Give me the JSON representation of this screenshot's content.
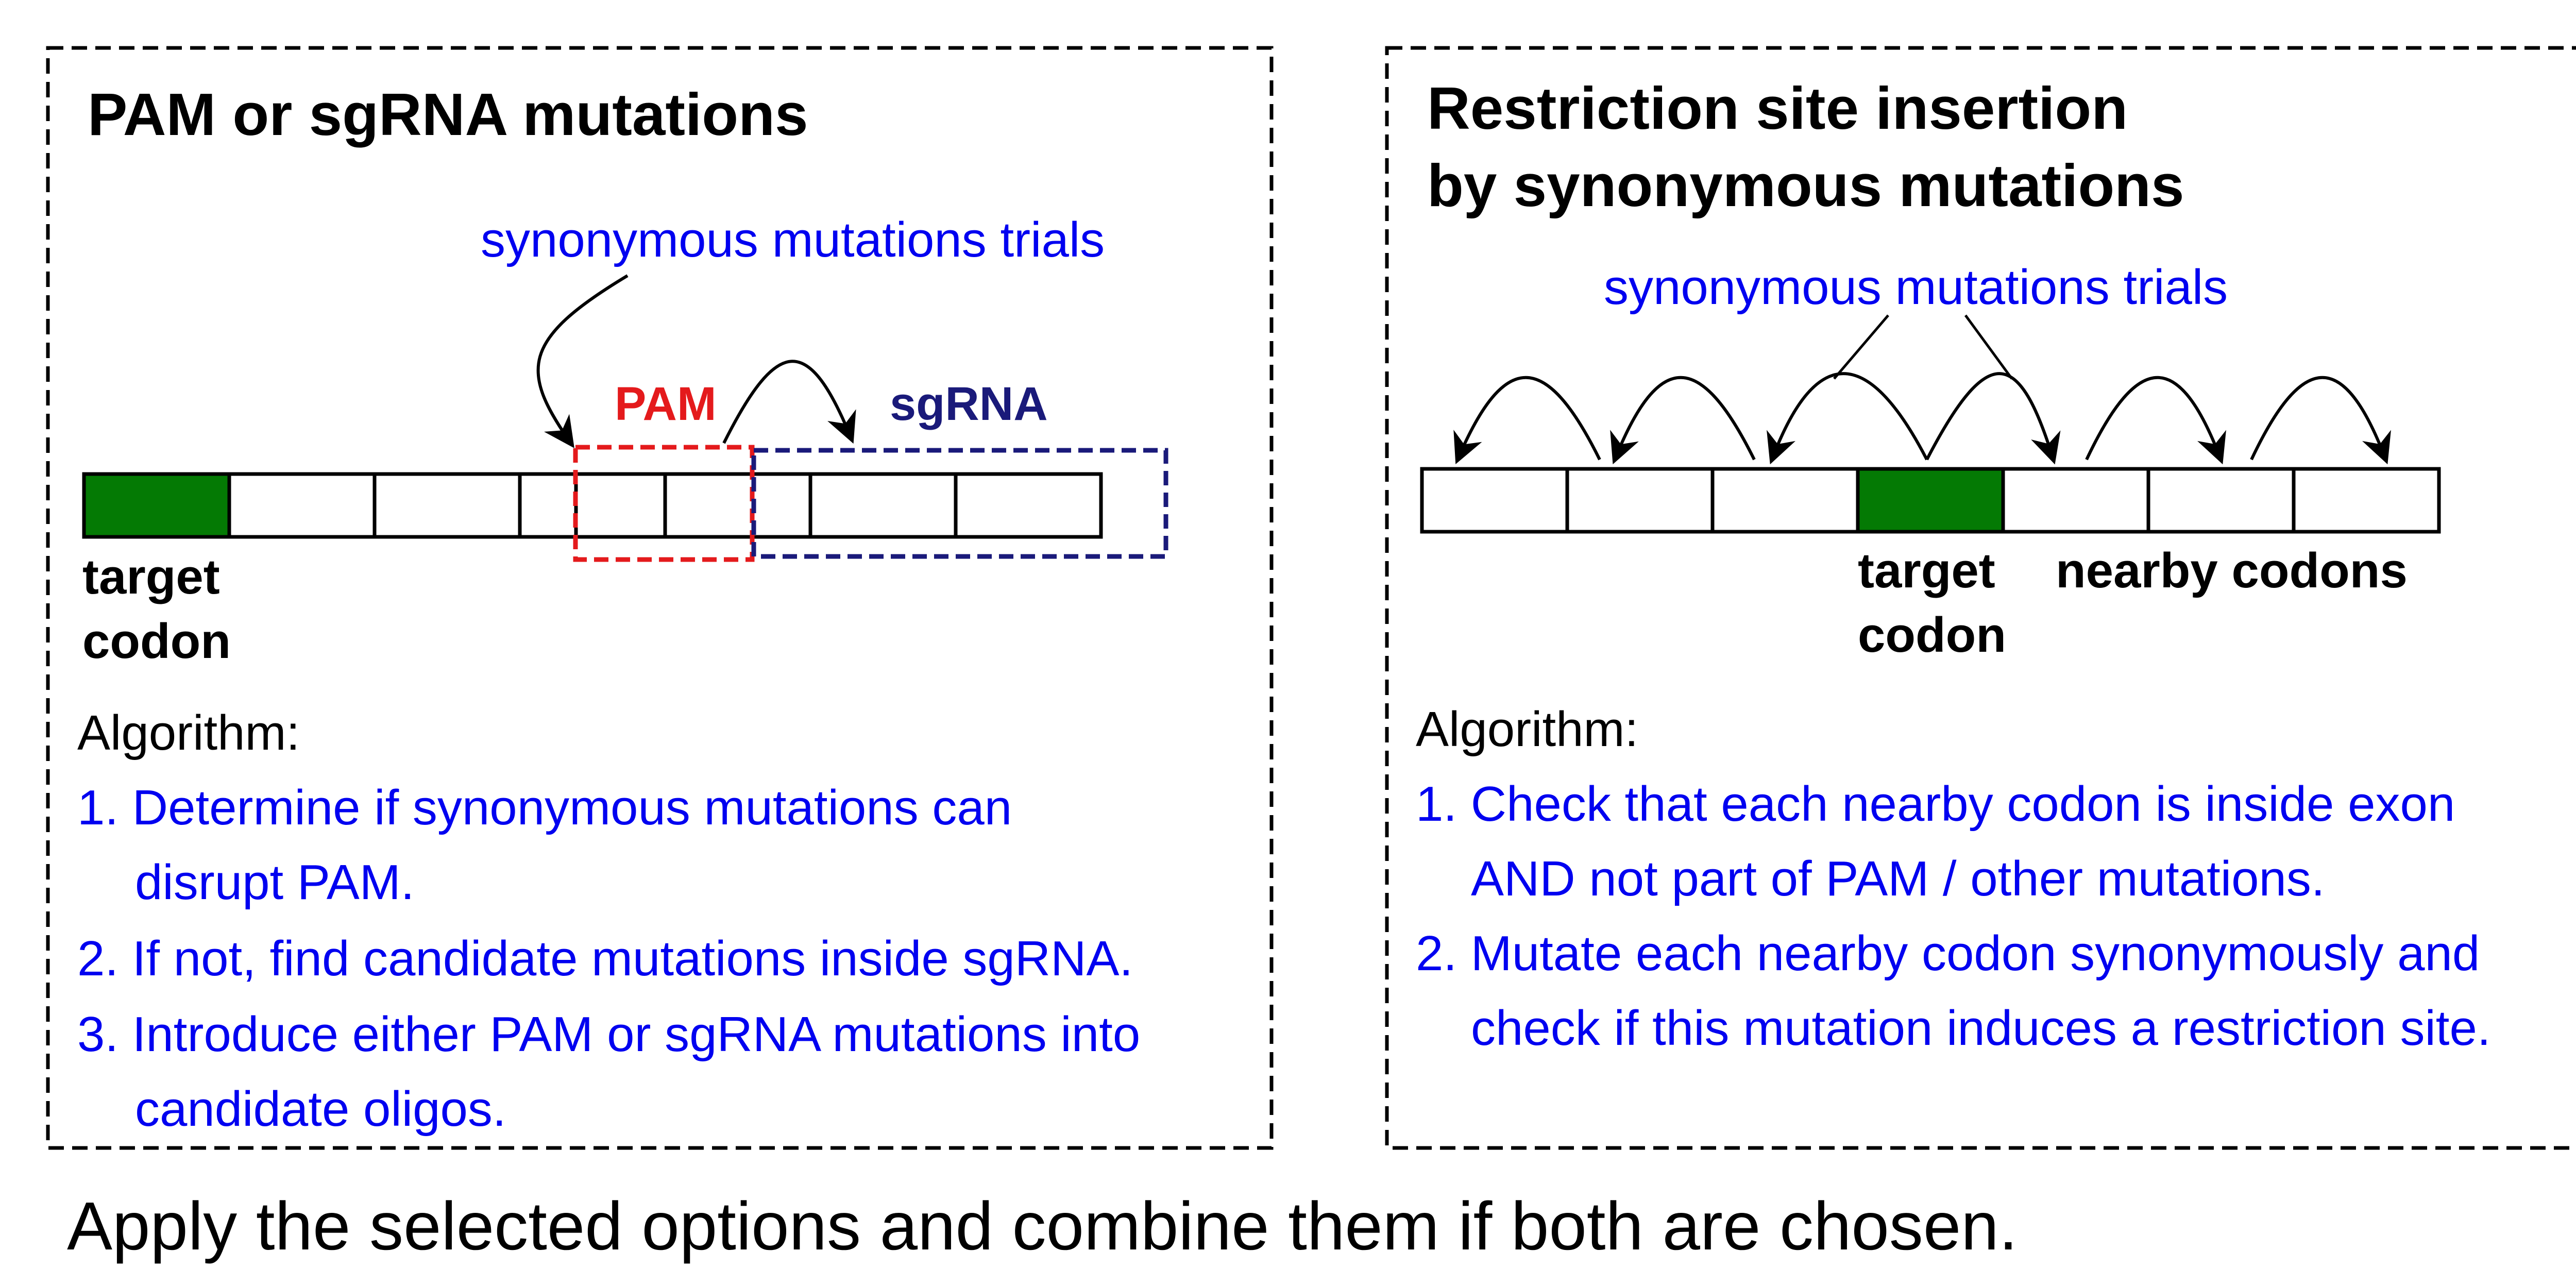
{
  "colors": {
    "text_blue": "#0000f0",
    "pam_red": "#e41a1c",
    "sgrna_navy": "#1a1a7a",
    "target_green": "#047a04",
    "outline": "#000000"
  },
  "left_panel": {
    "title": "PAM or sgRNA mutations",
    "trials_label": "synonymous mutations trials",
    "pam_label": "PAM",
    "sgrna_label": "sgRNA",
    "target_label_line1": "target",
    "target_label_line2": "codon",
    "algorithm_heading": "Algorithm:",
    "steps": [
      {
        "line1": "1. Determine if synonymous mutations can",
        "line2": "disrupt PAM."
      },
      {
        "line1": "2. If not, find candidate mutations inside sgRNA.",
        "line2": ""
      },
      {
        "line1": "3. Introduce either PAM or sgRNA mutations into",
        "line2": "candidate oligos."
      }
    ]
  },
  "right_panel": {
    "title_line1": "Restriction site insertion",
    "title_line2": "by synonymous mutations",
    "trials_label": "synonymous mutations trials",
    "target_label_line1": "target",
    "target_label_line2": "codon",
    "nearby_label": "nearby codons",
    "algorithm_heading": "Algorithm:",
    "steps": [
      {
        "line1": "1. Check that each nearby codon is inside exon",
        "line2": "AND not part of PAM / other mutations."
      },
      {
        "line1": "2. Mutate each nearby codon synonymously and",
        "line2": "check if this mutation induces a restriction site."
      }
    ]
  },
  "caption": "Apply the selected options and combine them if both are chosen."
}
